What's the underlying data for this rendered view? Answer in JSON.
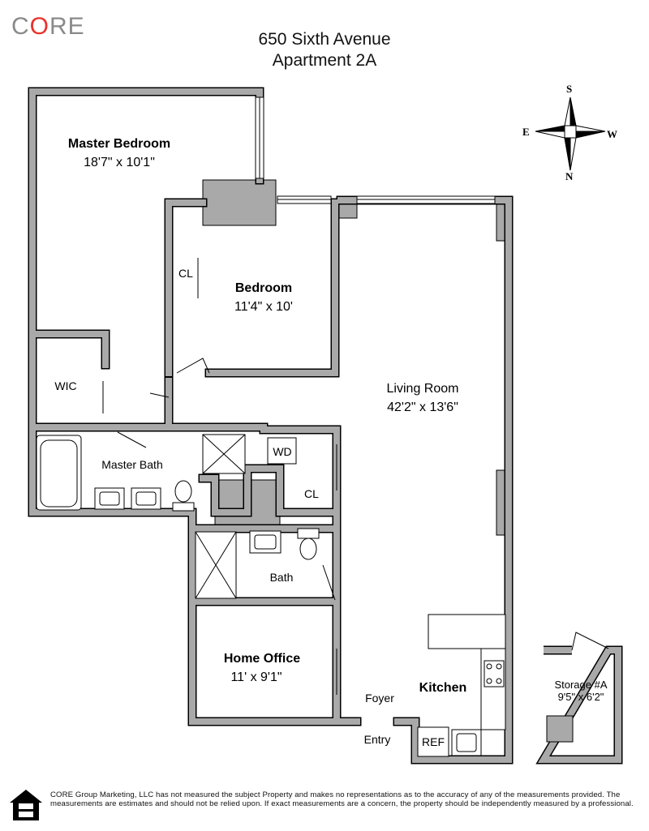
{
  "brand": {
    "logo_prefix": "C",
    "logo_o": "O",
    "logo_suffix": "RE",
    "accent": "#e8312a"
  },
  "header": {
    "address": "650 Sixth Avenue",
    "unit": "Apartment 2A"
  },
  "compass": {
    "top": "S",
    "bottom": "N",
    "left": "E",
    "right": "W"
  },
  "rooms": {
    "master_bedroom": {
      "name": "Master Bedroom",
      "size": "18'7\" x 10'1\""
    },
    "bedroom": {
      "name": "Bedroom",
      "size": "11'4\" x 10'"
    },
    "living_room": {
      "name": "Living Room",
      "size": "42'2\" x 13'6\""
    },
    "home_office": {
      "name": "Home Office",
      "size": "11' x 9'1\""
    },
    "storage": {
      "name": "Storage #A",
      "size": "9'5\" x 6'2\""
    },
    "wic": "WIC",
    "cl_bedroom": "CL",
    "cl_hall": "CL",
    "master_bath": "Master Bath",
    "bath": "Bath",
    "wd": "WD",
    "kitchen": "Kitchen",
    "foyer": "Foyer",
    "entry": "Entry",
    "ref": "REF"
  },
  "colors": {
    "wall": "#a9a9a9",
    "line": "#000000"
  },
  "disclaimer": "CORE Group Marketing, LLC has not measured the subject Property and makes no representations as to the accuracy of any of the measurements provided. The measurements are estimates and should not be relied upon. If exact measurements are a concern, the property should be independently measured by a professional."
}
